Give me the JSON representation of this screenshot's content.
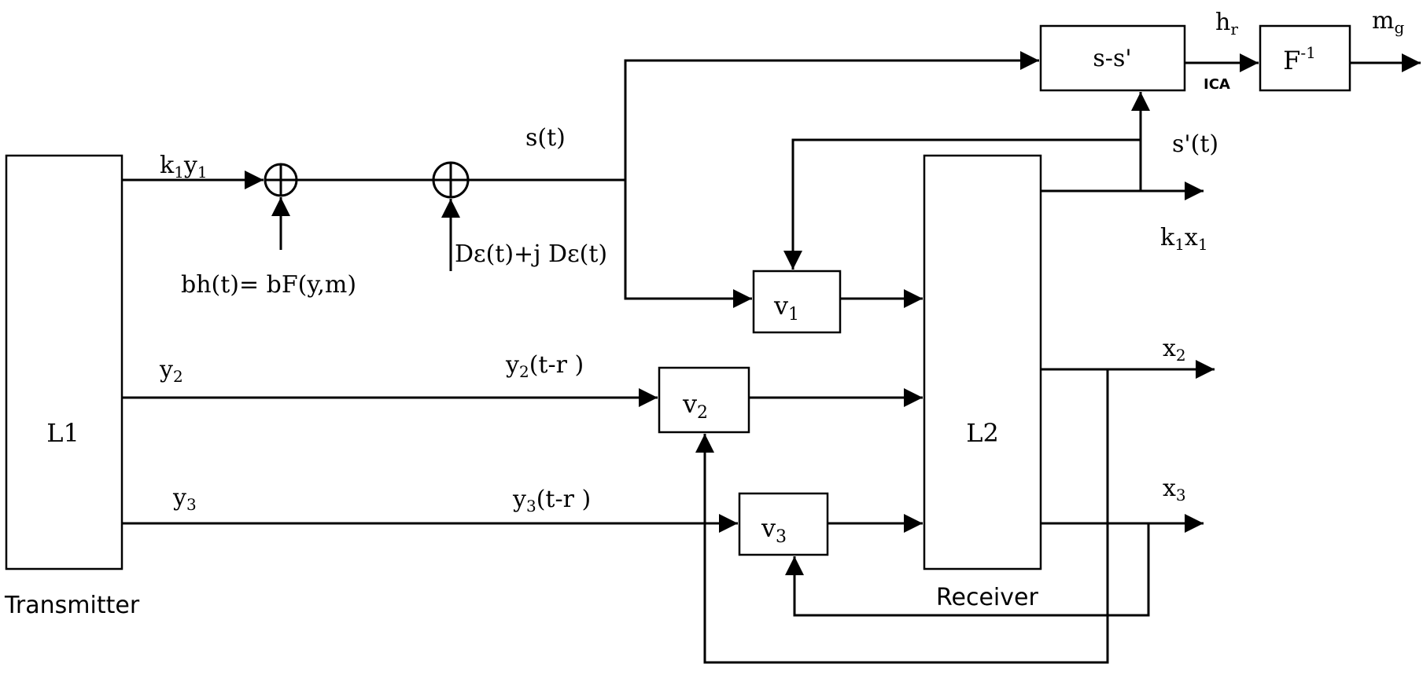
{
  "blocks": {
    "transmitter": {
      "label": "L1",
      "caption": "Transmitter"
    },
    "receiver": {
      "label": "L2",
      "caption": "Receiver"
    },
    "v1": {
      "label": "v",
      "sub": "1"
    },
    "v2": {
      "label": "v",
      "sub": "2"
    },
    "v3": {
      "label": "v",
      "sub": "3"
    },
    "subtract": {
      "label": "s-s'"
    },
    "inverse": {
      "label": "F",
      "sup": "-1"
    }
  },
  "signals": {
    "k1y1": {
      "a": "k",
      "a_sub": "1",
      "b": "y",
      "b_sub": "1"
    },
    "bh": {
      "text": "bh(t)= bF(y,m)"
    },
    "noise": {
      "text": "Dε(t)+j Dε(t)"
    },
    "s_t": {
      "text": "s(t)"
    },
    "s_prime_t": {
      "text": "s'(t)"
    },
    "k1x1": {
      "a": "k",
      "a_sub": "1",
      "b": "x",
      "b_sub": "1"
    },
    "hr": {
      "base": "h",
      "sub": "r"
    },
    "ica": {
      "text": "ICA"
    },
    "mg": {
      "base": "m",
      "sub": "g"
    },
    "y2": {
      "base": "y",
      "sub": "2"
    },
    "y2_delay": {
      "base": "y",
      "sub": "2",
      "rest": "(t-r )"
    },
    "y3": {
      "base": "y",
      "sub": "3"
    },
    "y3_delay": {
      "base": "y",
      "sub": "3",
      "rest": "(t-r )"
    },
    "x2": {
      "base": "x",
      "sub": "2"
    },
    "x3": {
      "base": "x",
      "sub": "3"
    }
  }
}
